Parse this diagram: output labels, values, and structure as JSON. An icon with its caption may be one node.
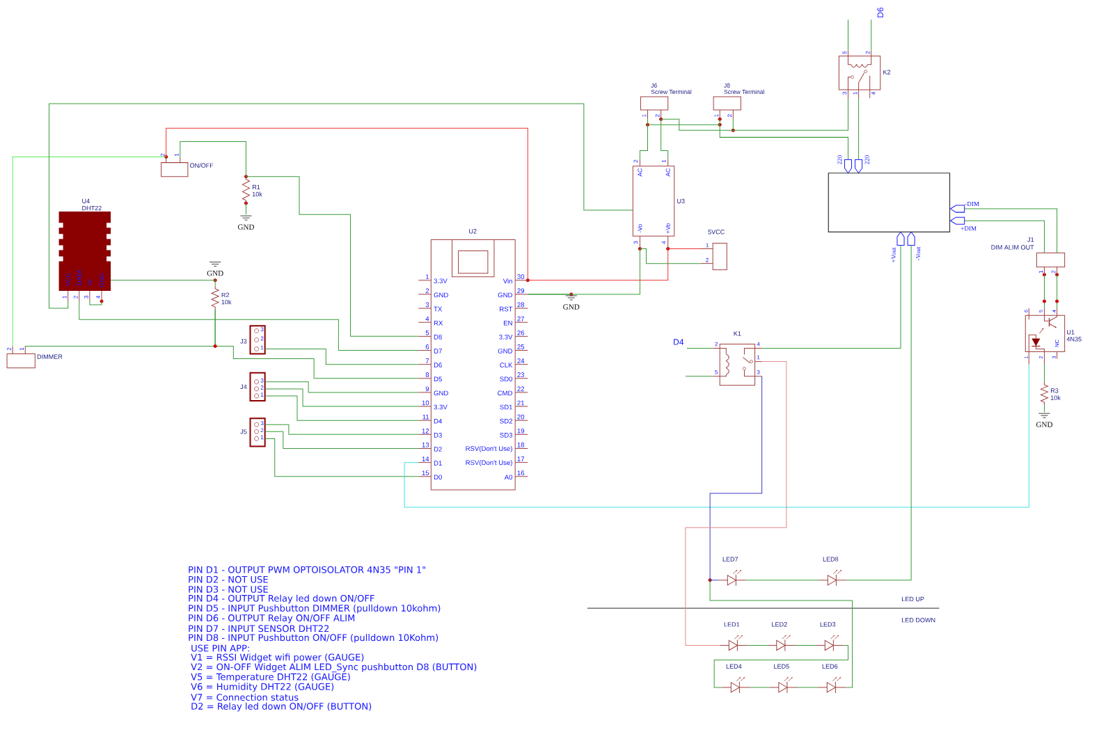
{
  "diagram": {
    "nodes": [
      {
        "text": [
          "ON/OFF"
        ],
        "beside": [
          "2",
          "1"
        ]
      },
      {
        "text": [
          "DIMMER"
        ],
        "beside": [
          "2",
          "1"
        ]
      },
      {
        "text": [
          "R1",
          "10k"
        ]
      },
      {
        "text": [
          "GND"
        ]
      },
      {
        "text": [
          "U4",
          "DHT22",
          "VCC",
          "DATA",
          "nc",
          "GND"
        ],
        "beside": [
          "1",
          "2",
          "3",
          "4"
        ]
      },
      {
        "text": [
          "GND"
        ]
      },
      {
        "text": [
          "R2",
          "10k"
        ]
      },
      {
        "text": [
          "J3",
          "3",
          "2",
          "1"
        ]
      },
      {
        "text": [
          "J4",
          "3",
          "2",
          "1"
        ]
      },
      {
        "text": [
          "J5",
          "3",
          "2",
          "1"
        ]
      },
      {
        "text": [
          "U2",
          "3.3V",
          "GND",
          "TX",
          "RX",
          "D8",
          "D7",
          "D6",
          "D5",
          "GND",
          "3.3V",
          "D4",
          "D3",
          "D2",
          "D1",
          "D0",
          "Vin",
          "GND",
          "RST",
          "EN",
          "3.3V",
          "GND",
          "CLK",
          "SD0",
          "CMD",
          "SD1",
          "SD2",
          "SD3",
          "RSV(Don't Use)",
          "RSV(Don't Use)",
          "A0"
        ],
        "beside": [
          "1",
          "2",
          "3",
          "4",
          "5",
          "6",
          "7",
          "8",
          "9",
          "10",
          "11",
          "12",
          "13",
          "14",
          "15",
          "30",
          "29",
          "28",
          "27",
          "26",
          "25",
          "24",
          "23",
          "22",
          "21",
          "20",
          "19",
          "18",
          "17",
          "16"
        ]
      },
      {
        "text": [
          "GND"
        ]
      },
      {
        "text": [
          "J6",
          "Screw Terminal",
          "1",
          "2"
        ]
      },
      {
        "text": [
          "J8",
          "Screw Terminal",
          "1",
          "2"
        ]
      },
      {
        "text": [
          "U3",
          "AC",
          "AC",
          "-Vo",
          "+Vo"
        ],
        "beside": [
          "2",
          "1",
          "3",
          "4"
        ]
      },
      {
        "text": [
          "5VCC"
        ],
        "beside": [
          "1",
          "2"
        ]
      },
      {
        "text": [
          "K2"
        ],
        "beside": [
          "5",
          "2",
          "3",
          "1",
          "4"
        ]
      },
      {
        "text": [
          "D6"
        ]
      },
      {
        "text": [
          "220",
          "220",
          "-DIM",
          "+DIM",
          "+Vout",
          "-Vout"
        ]
      },
      {
        "text": [
          "J1",
          "DIM ALIM OUT"
        ],
        "beside": [
          "1",
          "2"
        ]
      },
      {
        "text": [
          "U1",
          "4N35",
          "NC"
        ],
        "beside": [
          "6",
          "5",
          "4",
          "1",
          "2",
          "3"
        ]
      },
      {
        "text": [
          "R3",
          "10k"
        ]
      },
      {
        "text": [
          "GND"
        ]
      },
      {
        "text": [
          "D4"
        ]
      },
      {
        "text": [
          "K1"
        ],
        "beside": [
          "2",
          "5",
          "4",
          "1",
          "3"
        ]
      },
      {
        "text": [
          "LED7"
        ]
      },
      {
        "text": [
          "LED8"
        ]
      },
      {
        "text": [
          "LED1"
        ]
      },
      {
        "text": [
          "LED2"
        ]
      },
      {
        "text": [
          "LED3"
        ]
      },
      {
        "text": [
          "LED4"
        ]
      },
      {
        "text": [
          "LED5"
        ]
      },
      {
        "text": [
          "LED6"
        ]
      }
    ],
    "edges": [
      {
        "from": 0,
        "to": 10,
        "arrow": "none",
        "color": "#ee3333"
      },
      {
        "from": 0,
        "to": 1,
        "arrow": "none",
        "color": "#55ee55"
      },
      {
        "from": 0,
        "to": 2,
        "arrow": "none"
      },
      {
        "from": 2,
        "to": 10,
        "arrow": "none"
      },
      {
        "from": 2,
        "to": 3,
        "arrow": "none"
      },
      {
        "from": 4,
        "to": 14,
        "arrow": "none"
      },
      {
        "from": 4,
        "to": 10,
        "arrow": "none"
      },
      {
        "from": 4,
        "to": 5,
        "arrow": "none"
      },
      {
        "from": 5,
        "to": 6,
        "arrow": "none"
      },
      {
        "from": 1,
        "to": 6,
        "arrow": "none"
      },
      {
        "from": 6,
        "to": 10,
        "arrow": "none"
      },
      {
        "from": 7,
        "to": 10,
        "arrow": "none"
      },
      {
        "from": 8,
        "to": 10,
        "arrow": "none"
      },
      {
        "from": 8,
        "to": 10,
        "arrow": "none"
      },
      {
        "from": 8,
        "to": 10,
        "arrow": "none"
      },
      {
        "from": 9,
        "to": 10,
        "arrow": "none"
      },
      {
        "from": 9,
        "to": 10,
        "arrow": "none"
      },
      {
        "from": 9,
        "to": 10,
        "arrow": "none"
      },
      {
        "from": 10,
        "to": 20,
        "arrow": "none",
        "color": "#44e0e0"
      },
      {
        "from": 10,
        "to": 14,
        "arrow": "none",
        "color": "#ee3333"
      },
      {
        "from": 10,
        "to": 14,
        "arrow": "none"
      },
      {
        "from": 10,
        "to": 11,
        "arrow": "none"
      },
      {
        "from": 14,
        "to": 15,
        "arrow": "none",
        "color": "#ee3333"
      },
      {
        "from": 14,
        "to": 15,
        "arrow": "none"
      },
      {
        "from": 14,
        "to": 12,
        "arrow": "none"
      },
      {
        "from": 14,
        "to": 12,
        "arrow": "none"
      },
      {
        "from": 12,
        "to": 13,
        "arrow": "none"
      },
      {
        "from": 12,
        "to": 13,
        "arrow": "none"
      },
      {
        "from": 13,
        "to": 16,
        "arrow": "none"
      },
      {
        "from": 13,
        "to": 18,
        "arrow": "none"
      },
      {
        "from": 16,
        "to": 18,
        "arrow": "none"
      },
      {
        "from": 16,
        "to": 17,
        "arrow": "none"
      },
      {
        "from": null,
        "to": 16,
        "arrow": "none"
      },
      {
        "from": 18,
        "to": 19,
        "arrow": "none"
      },
      {
        "from": 18,
        "to": 19,
        "arrow": "none"
      },
      {
        "from": 19,
        "to": 20,
        "arrow": "none"
      },
      {
        "from": 19,
        "to": 20,
        "arrow": "none"
      },
      {
        "from": 18,
        "to": 24,
        "arrow": "none"
      },
      {
        "from": 18,
        "to": 26,
        "arrow": "none"
      },
      {
        "from": 20,
        "to": 21,
        "arrow": "none"
      },
      {
        "from": 21,
        "to": 22,
        "arrow": "none"
      },
      {
        "from": 23,
        "to": 24,
        "arrow": "none"
      },
      {
        "from": null,
        "to": 24,
        "arrow": "none"
      },
      {
        "from": 24,
        "to": 25,
        "arrow": "none",
        "color": "#3b3bcc"
      },
      {
        "from": 24,
        "to": 27,
        "arrow": "none",
        "color": "#e08c8c"
      },
      {
        "from": 25,
        "to": 26,
        "arrow": "none"
      },
      {
        "from": 25,
        "to": 32,
        "arrow": "none"
      },
      {
        "from": 27,
        "to": 28,
        "arrow": "none"
      },
      {
        "from": 28,
        "to": 29,
        "arrow": "none"
      },
      {
        "from": 29,
        "to": 30,
        "arrow": "none"
      },
      {
        "from": 30,
        "to": 31,
        "arrow": "none"
      },
      {
        "from": 31,
        "to": 32,
        "arrow": "none"
      }
    ],
    "labels": [
      "PIN D1 - OUTPUT PWM OPTOISOLATOR 4N35 \"PIN 1\"",
      "PIN D2 - NOT USE",
      "PIN D3 - NOT USE",
      "PIN D4 - OUTPUT Relay led down ON/OFF",
      "PIN D5 - INPUT Pushbutton DIMMER (pulldown 10kohm)",
      "PIN D6 - OUTPUT Relay ON/OFF ALIM",
      "PIN D7 - INPUT SENSOR DHT22",
      "PIN D8 - INPUT Pushbutton ON/OFF (pulldown 10Kohm)",
      "USE PIN APP:",
      "V1 = RSSI Widget wifi power (GAUGE)",
      "V2 = ON-OFF Widget ALIM LED_Sync pushbutton D8 (BUTTON)",
      "V5 = Temperature DHT22 (GAUGE)",
      "V6 = Humidity DHT22 (GAUGE)",
      "V7 = Connection status",
      "D2 = Relay led down ON/OFF (BUTTON)",
      "LED UP",
      "LED DOWN"
    ]
  }
}
